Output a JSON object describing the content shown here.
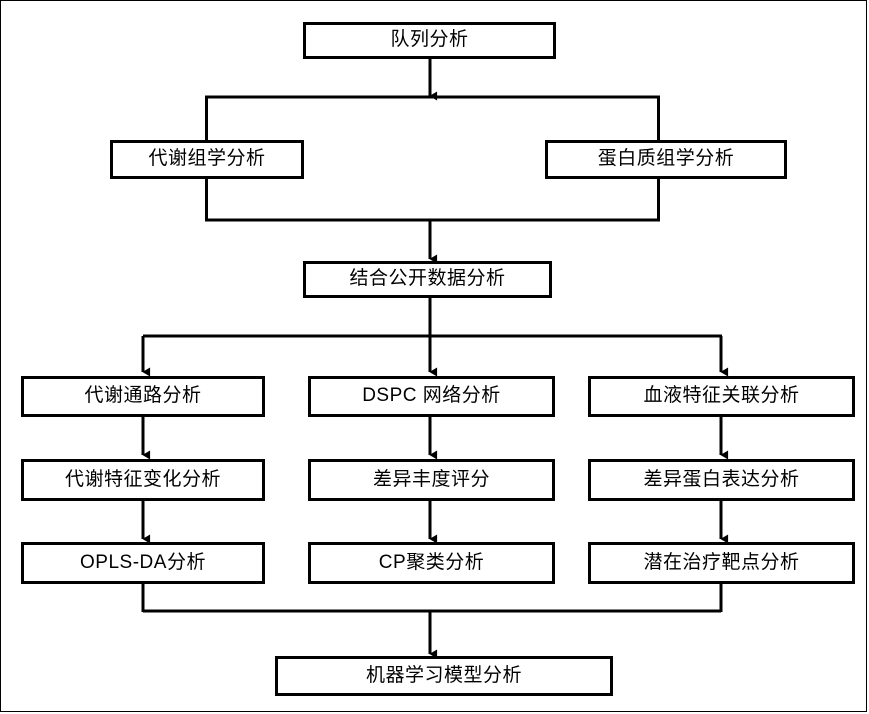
{
  "diagram": {
    "title": "Multi-omics cohort analysis workflow flowchart",
    "type": "flowchart",
    "orientation": "top-to-bottom",
    "colors": {
      "background": "#ffffff",
      "node_border": "#000000",
      "node_fill": "#ffffff",
      "connector": "#000000",
      "text": "#000000"
    },
    "nodes": {
      "cohort_analysis": "队列分析",
      "metabolomics_analysis": "代谢组学分析",
      "proteomics_analysis": "蛋白质组学分析",
      "public_data_analysis": "结合公开数据分析",
      "metabolic_pathway_analysis": "代谢通路分析",
      "dspc_network_analysis": "DSPC 网络分析",
      "blood_feature_association_analysis": "血液特征关联分析",
      "metabolic_feature_change_analysis": "代谢特征变化分析",
      "differential_abundance_score": "差异丰度评分",
      "differential_protein_expression_analysis": "差异蛋白表达分析",
      "opls_da_analysis": "OPLS-DA分析",
      "cp_cluster_analysis": "CP聚类分析",
      "potential_therapeutic_target_analysis": "潜在治疗靶点分析",
      "machine_learning_model_analysis": "机器学习模型分析"
    },
    "edges": [
      {
        "from": "cohort_analysis",
        "to": "metabolomics_analysis",
        "style": "split-bus"
      },
      {
        "from": "cohort_analysis",
        "to": "proteomics_analysis",
        "style": "split-bus"
      },
      {
        "from": "metabolomics_analysis",
        "to": "public_data_analysis",
        "style": "merge-bus"
      },
      {
        "from": "proteomics_analysis",
        "to": "public_data_analysis",
        "style": "merge-bus"
      },
      {
        "from": "public_data_analysis",
        "to": "metabolic_pathway_analysis",
        "style": "split-bus"
      },
      {
        "from": "public_data_analysis",
        "to": "dspc_network_analysis",
        "style": "split-bus"
      },
      {
        "from": "public_data_analysis",
        "to": "blood_feature_association_analysis",
        "style": "split-bus"
      },
      {
        "from": "metabolic_pathway_analysis",
        "to": "metabolic_feature_change_analysis",
        "style": "direct"
      },
      {
        "from": "metabolic_feature_change_analysis",
        "to": "opls_da_analysis",
        "style": "direct"
      },
      {
        "from": "dspc_network_analysis",
        "to": "differential_abundance_score",
        "style": "direct"
      },
      {
        "from": "differential_abundance_score",
        "to": "cp_cluster_analysis",
        "style": "direct"
      },
      {
        "from": "blood_feature_association_analysis",
        "to": "differential_protein_expression_analysis",
        "style": "direct"
      },
      {
        "from": "differential_protein_expression_analysis",
        "to": "potential_therapeutic_target_analysis",
        "style": "direct"
      },
      {
        "from": "opls_da_analysis",
        "to": "machine_learning_model_analysis",
        "style": "merge-bus"
      },
      {
        "from": "cp_cluster_analysis",
        "to": "machine_learning_model_analysis",
        "style": "merge-bus"
      },
      {
        "from": "potential_therapeutic_target_analysis",
        "to": "machine_learning_model_analysis",
        "style": "merge-bus"
      }
    ]
  }
}
